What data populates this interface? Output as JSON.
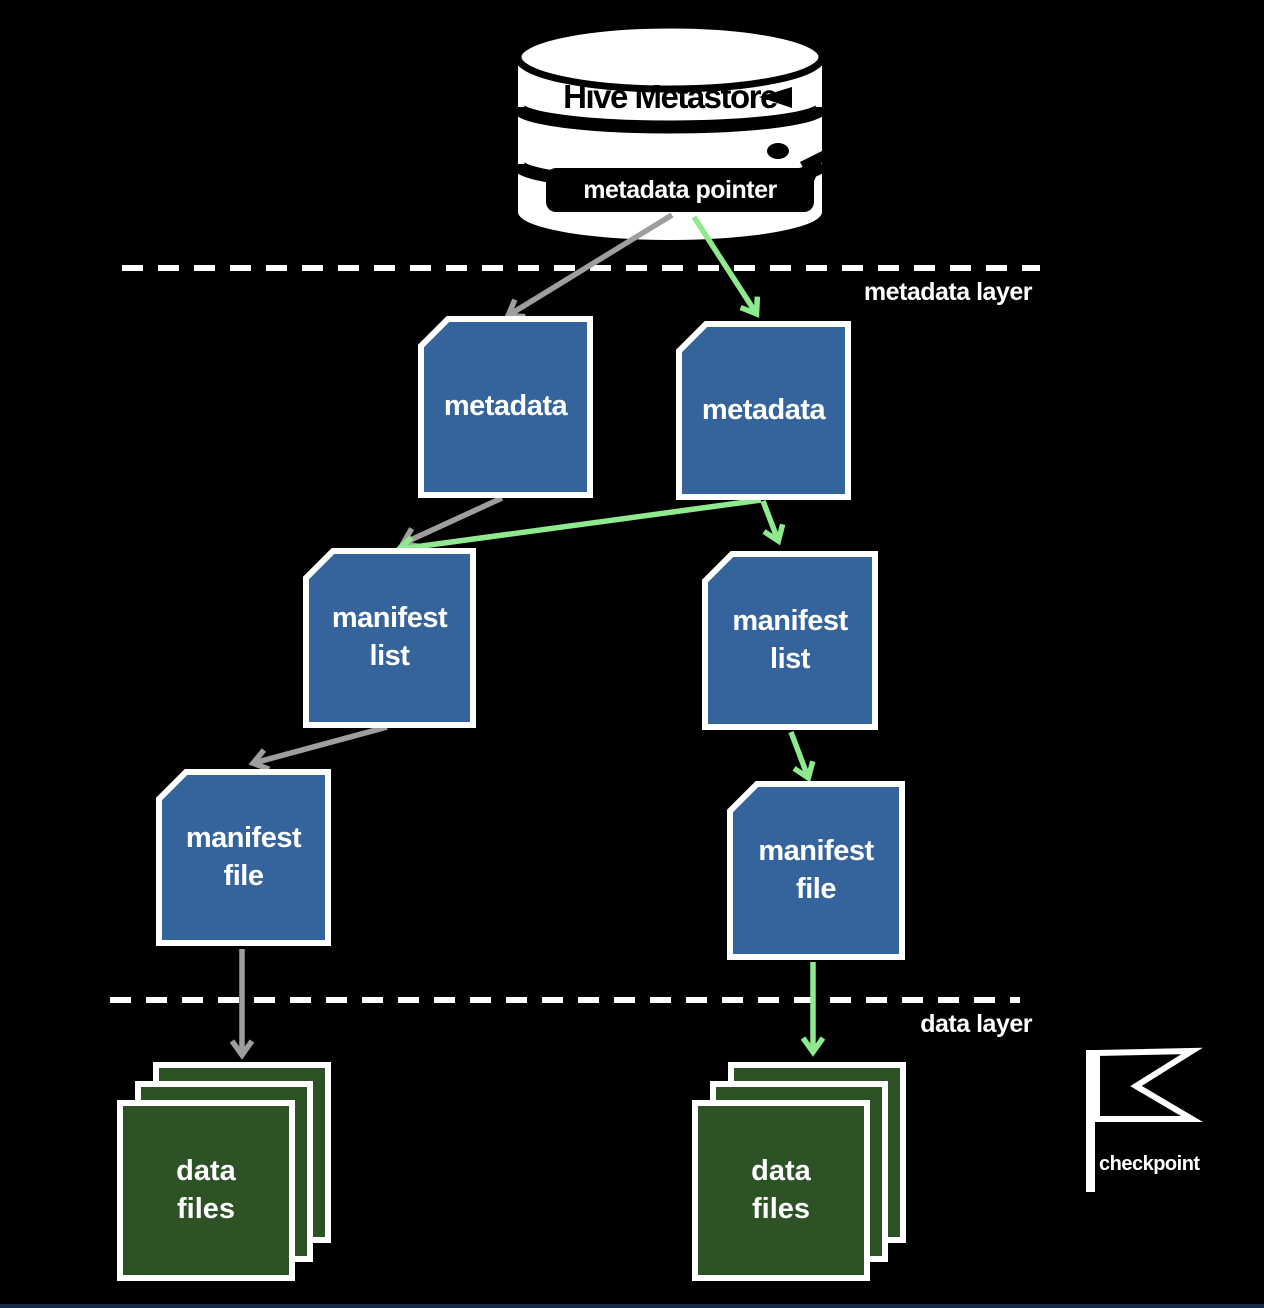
{
  "colors": {
    "background": "#000000",
    "node_blue": "#35639b",
    "node_green": "#2d5226",
    "arrow_gray": "#9e9e9e",
    "arrow_green": "#8fe98f",
    "line_white": "#ffffff"
  },
  "metastore": {
    "title": "Hive Metastore",
    "pointer_label": "metadata pointer"
  },
  "layer_labels": {
    "metadata": "metadata layer",
    "data": "data layer"
  },
  "nodes": {
    "metadata_left": {
      "label": "metadata"
    },
    "metadata_right": {
      "label": "metadata"
    },
    "manifest_list_left": {
      "label": "manifest list"
    },
    "manifest_list_right": {
      "label": "manifest list"
    },
    "manifest_file_left": {
      "label": "manifest file"
    },
    "manifest_file_right": {
      "label": "manifest file"
    },
    "data_files_left": {
      "label": "data files"
    },
    "data_files_right": {
      "label": "data files"
    }
  },
  "checkpoint": {
    "label": "checkpoint"
  }
}
